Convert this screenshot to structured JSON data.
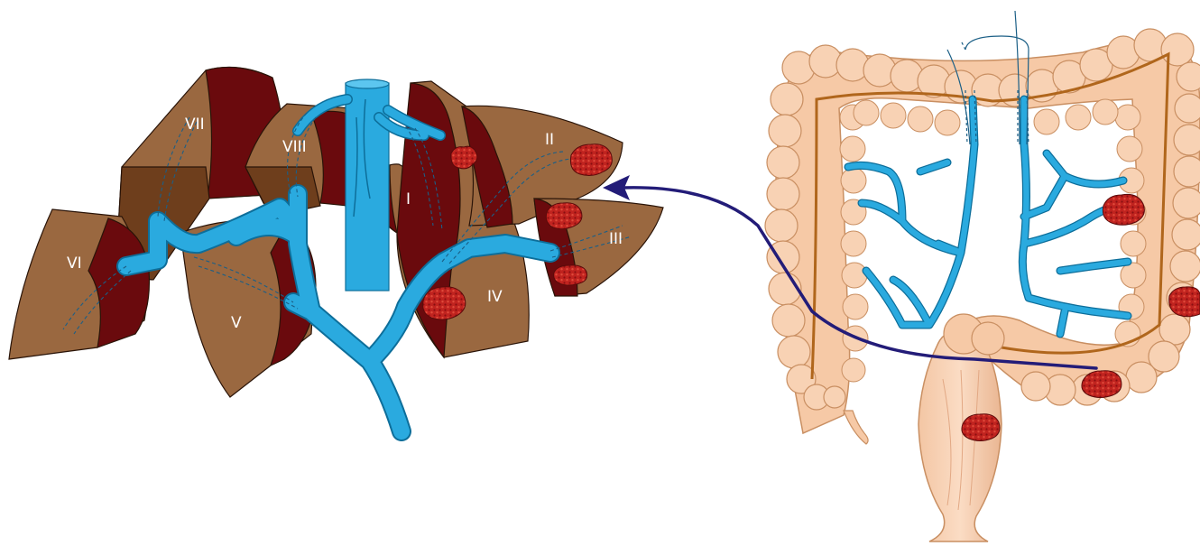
{
  "segments": {
    "I": "I",
    "II": "II",
    "III": "III",
    "IV": "IV",
    "V": "V",
    "VI": "VI",
    "VII": "VII",
    "VIII": "VIII"
  },
  "colors": {
    "liver_face": "#9a6840",
    "liver_cut": "#6a0a0d",
    "liver_outline": "#2a1408",
    "vein": "#2aaadf",
    "vein_outline": "#0d6e9a",
    "colon": "#f6c9a6",
    "colon_outline": "#c98f62",
    "taenia": "#b0661c",
    "mesenteric_vessel": "#2aaadf",
    "tumor": "#b81b1b",
    "arrow": "#231c78"
  },
  "icons": {
    "tumor": "tumor-nodule-icon",
    "arrow": "metastasis-arrow-icon"
  }
}
